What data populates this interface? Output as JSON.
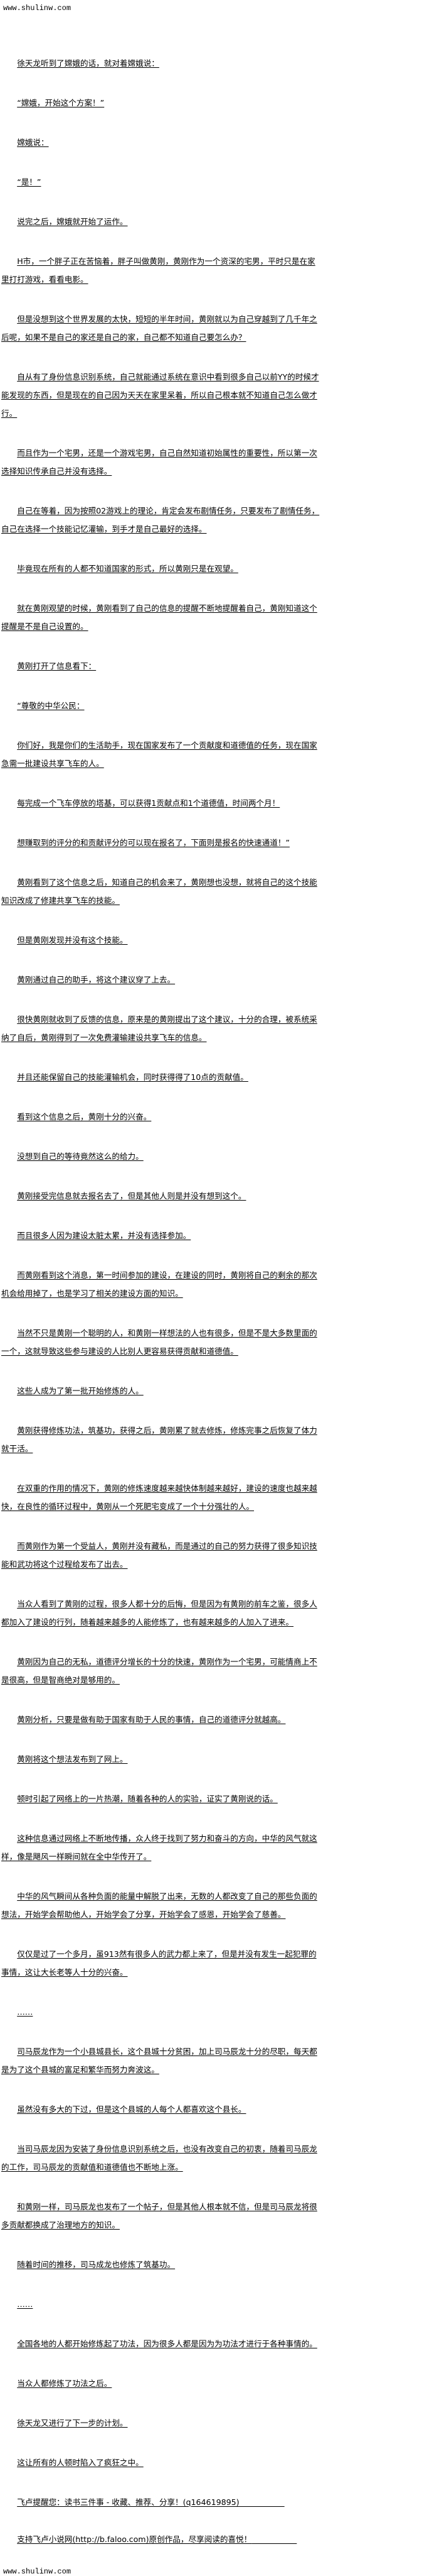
{
  "site": {
    "watermark_top": "www.shulinw.com",
    "watermark_bottom": "www.shulinw.com"
  },
  "paragraphs": [
    "徐天龙听到了嫦娥的话，就对着嫦娥说：",
    "“嫦娥，开始这个方案！”",
    "嫦娥说：",
    "“是！”",
    "说完之后，嫦娥就开始了运作。",
    "H市，一个胖子正在苦恼着，胖子叫做黄刚，黄刚作为一个资深的宅男，平时只是在家里打打游戏，看看电影。",
    "但是没想到这个世界发展的太快，短短的半年时间，黄刚就以为自己穿越到了几千年之后呢，如果不是自己的家还是自己的家，自己都不知道自己要怎么办？",
    "自从有了身份信息识别系统，自己就能通过系统在意识中看到很多自己以前YY的时候才能发现的东西，但是现在的自己因为天天在家里呆着，所以自己根本就不知道自己怎么做才行。",
    "而且作为一个宅男，还是一个游戏宅男，自己自然知道初始属性的重要性，所以第一次选择知识传承自己并没有选择。",
    "自己在等着，因为按照02游戏上的理论，肯定会发布剧情任务，只要发布了剧情任务，自己在选择一个技能记忆灌输，到手才是自己最好的选择。",
    "毕竟现在所有的人都不知道国家的形式，所以黄刚只是在观望。",
    "就在黄刚观望的时候，黄刚看到了自己的信息的提醒不断地提醒着自己，黄刚知道这个提醒是不是自己设置的。",
    "黄刚打开了信息看下：",
    "“尊敬的中华公民：",
    "你们好，我是你们的生活助手，现在国家发布了一个贡献度和道德值的任务，现在国家急需一批建设共享飞车的人。",
    "每完成一个飞车停放的塔基，可以获得1贡献点和1个道德值，时间两个月！",
    "想赚取到的评分的和贡献评分的可以现在报名了，下面则是报名的快速通道！”",
    "黄刚看到了这个信息之后，知道自己的机会来了，黄刚想也没想，就将自己的这个技能知识改成了修建共享飞车的技能。",
    "但是黄刚发现并没有这个技能。",
    "黄刚通过自己的助手，将这个建议穿了上去。",
    "很快黄刚就收到了反馈的信息，原来是的黄刚提出了这个建议，十分的合理，被系统采纳了自后，黄刚得到了一次免费灌输建设共享飞车的信息。",
    "并且还能保留自己的技能灌输机会，同时获得得了10点的贡献值。",
    "看到这个信息之后，黄刚十分的兴奋。",
    "没想到自己的等待竟然这么的给力。",
    "黄刚接受完信息就去报名去了，但是其他人则是并没有想到这个。",
    "而且很多人因为建设太脏太累，并没有选择参加。",
    "而黄刚看到这个消息，第一时间参加的建设，在建设的同时，黄刚将自己的剩余的那次机会给用掉了，也是学习了相关的建设方面的知识。",
    "当然不只是黄刚一个聪明的人，和黄刚一样想法的人也有很多，但是不是大多数里面的一个，这就导致这些参与建设的人比别人更容易获得贡献和道德值。",
    "这些人成为了第一批开始修炼的人。",
    "黄刚获得修炼功法，筑基功，获得之后，黄刚累了就去修炼，修炼完事之后恢复了体力就干活。",
    "在双重的作用的情况下，黄刚的修炼速度越来越快体制越来越好，建设的速度也越来越快，在良性的循环过程中，黄刚从一个死肥宅变成了一个十分强壮的人。",
    "而黄刚作为第一个受益人，黄刚并没有藏私，而是通过的自己的努力获得了很多知识技能和武功将这个过程给发布了出去。",
    "当众人看到了黄刚的过程，很多人都十分的后悔，但是因为有黄刚的前车之鉴，很多人都加入了建设的行列，随着越来越多的人能修炼了，也有越来越多的人加入了进来。",
    "黄刚因为自己的无私，道德评分增长的十分的快速，黄刚作为一个宅男，可能情商上不是很高，但是智商绝对是够用的。",
    "黄刚分析，只要是做有助于国家有助于人民的事情，自己的道德评分就越高。",
    "黄刚将这个想法发布到了网上。",
    "顿时引起了网络上的一片热潮，随着各种的人的实验，证实了黄刚说的话。",
    "这种信息通过网络上不断地传播，众人终于找到了努力和奋斗的方向，中华的风气就这样，像是飓风一样瞬间就在全中华传开了。",
    "中华的风气瞬间从各种负面的能量中解脱了出来，无数的人都改变了自己的那些负面的想法，开始学会帮助他人，开始学会了分享，开始学会了感恩，开始学会了慈善。",
    "仅仅是过了一个多月，虽913然有很多人的武力都上来了，但是并没有发生一起犯罪的事情，这让大长老等人十分的兴奋。",
    "……",
    "司马辰龙作为一个小县城县长，这个县城十分贫困，加上司马辰龙十分的尽职，每天都是为了这个县城的富足和繁华而努力奔波这。",
    "虽然没有多大的下过，但是这个县城的人每个人都喜欢这个县长。",
    "当司马辰龙因为安装了身份信息识别系统之后，也没有改变自己的初衷，随着司马辰龙的工作，司马辰龙的贡献值和道德值也不断地上涨。",
    "和黄刚一样，司马辰龙也发布了一个帖子，但是其他人根本就不信，但是司马辰龙将很多贡献都换成了治理地方的知识。",
    "随着时间的推移，司马成龙也修炼了筑基功。",
    "……",
    "全国各地的人都开始修炼起了功法，因为很多人都是因为为功法才进行于各种事情的。",
    "当众人都修炼了功法之后。",
    "徐天龙又进行了下一步的计划。",
    "这让所有的人顿时陷入了疯狂之中。"
  ],
  "footer": {
    "reminder": "飞卢提醒您：读书三件事 - 收藏、推荐、分享！(q164619895)",
    "support": "支持飞卢小说网(http://b.faloo.com)原创作品，尽享阅读的喜悦！"
  }
}
